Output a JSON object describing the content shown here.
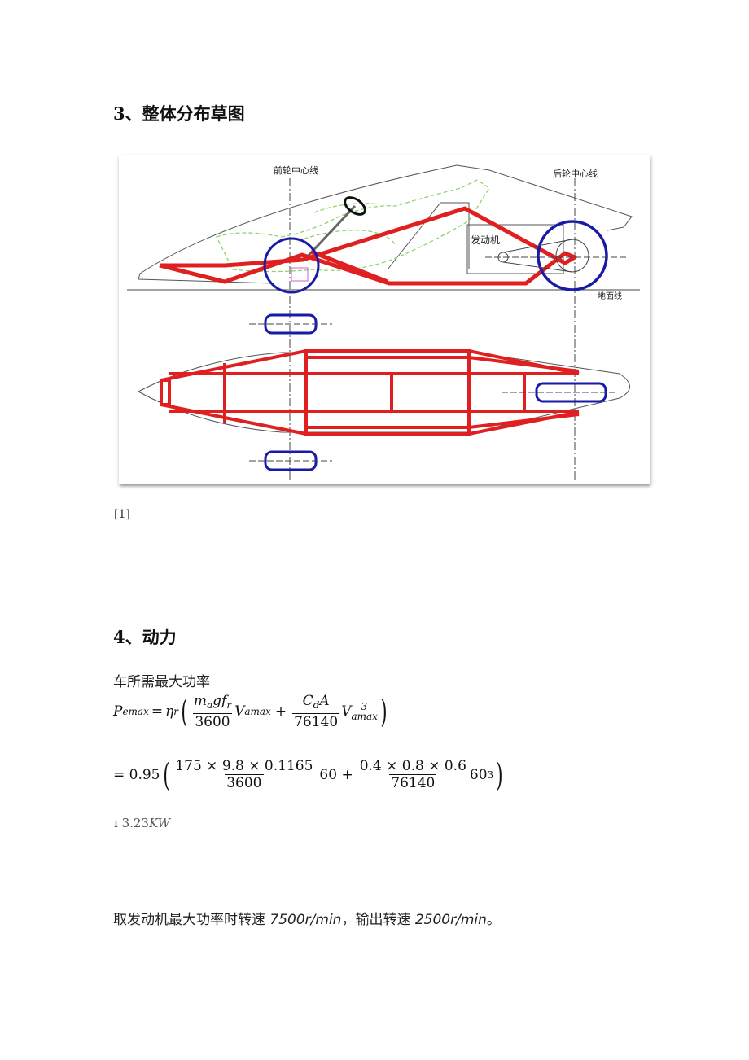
{
  "section3": {
    "heading": "3、整体分布草图"
  },
  "figure": {
    "front_wheel_label": "前轮中心线",
    "rear_wheel_label": "后轮中心线",
    "engine_label": "发动机",
    "ground_label": "地面线",
    "colors": {
      "frame": "#e02020",
      "wheel": "#1a1aa8",
      "outline": "#555555",
      "driver": "#8fd46a"
    }
  },
  "ref_mark": "[1]",
  "section4": {
    "heading": "4、动力",
    "intro": "车所需最大功率",
    "formula_lhs": "P",
    "formula_lhs_sub": "emax",
    "eq": "=",
    "eta": "η",
    "eta_sub": "r",
    "f1_num_ma": "m",
    "f1_num_ma_sub": "a",
    "f1_num_gf": "gf",
    "f1_num_fr_sub": "r",
    "f1_den": "3600",
    "v_letter": "V",
    "v_sub": "amax",
    "plus": "+",
    "f2_num_c": "C",
    "f2_num_c_sub": "d",
    "f2_num_a": "A",
    "f2_den": "76140",
    "v_exp": "3",
    "line2_prefix": "= 0.95",
    "line2_f1_num": "175 × 9.8 × 0.1165",
    "line2_f1_den": "3600",
    "line2_mid": "60 +",
    "line2_f2_num": "0.4 × 0.8 × 0.6",
    "line2_f2_den": "76140",
    "line2_tail": "60",
    "line2_tail_exp": "3",
    "result": "3.23",
    "result_unit": "KW",
    "final_sentence_a": "取发动机最大功率时转速 ",
    "final_rpm1": "7500r/min",
    "final_sentence_b": "，输出转速 ",
    "final_rpm2": "2500r/min",
    "final_sentence_c": "。"
  }
}
